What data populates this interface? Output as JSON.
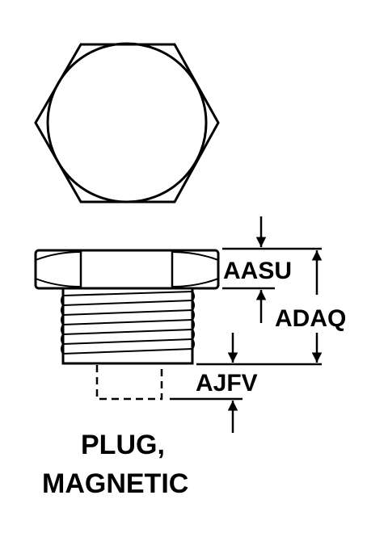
{
  "dimensions": {
    "head_height": "AASU",
    "overall_length": "ADAQ",
    "magnet_extension": "AJFV"
  },
  "caption": {
    "line1": "PLUG,",
    "line2": "MAGNETIC"
  },
  "colors": {
    "line": "#000000",
    "background": "#ffffff"
  }
}
